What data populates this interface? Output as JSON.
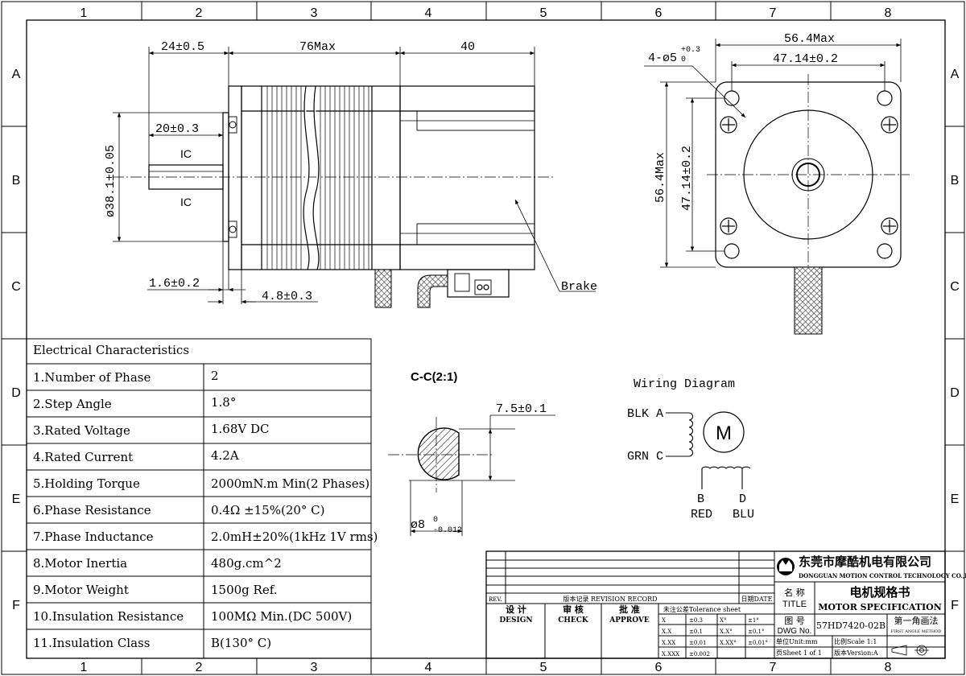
{
  "border": {
    "columns": [
      "1",
      "2",
      "3",
      "4",
      "5",
      "6",
      "7",
      "8"
    ],
    "rows": [
      "A",
      "B",
      "C",
      "D",
      "E",
      "F"
    ]
  },
  "side_view": {
    "dim_shaft_length": "24±0.5",
    "dim_body_length": "76Max",
    "dim_brake_length": "40",
    "dim_flat_length": "20±0.3",
    "dim_pilot_diameter": "ø38.1±0.05",
    "flat_label_top": "IC",
    "flat_label_bottom": "IC",
    "dim_flange_thickness": "1.6±0.2",
    "dim_pilot_depth": "4.8±0.3",
    "brake_label": "Brake"
  },
  "front_view": {
    "dim_width": "56.4Max",
    "dim_hole_spacing": "47.14±0.2",
    "dim_holes": "4-ø5",
    "dim_holes_tol_upper": "+0.3",
    "dim_holes_tol_lower": "0",
    "dim_height": "56.4Max",
    "dim_hole_spacing_v": "47.14±0.2"
  },
  "section": {
    "title": "C-C(2:1)",
    "dim_flat": "7.5±0.1",
    "dim_diameter": "ø8",
    "dim_diameter_tol_upper": "0",
    "dim_diameter_tol_lower": "-0.012"
  },
  "wiring": {
    "title": "Wiring Diagram",
    "motor_symbol": "M",
    "label_blk": "BLK A",
    "label_grn": "GRN C",
    "label_b": "B",
    "label_d": "D",
    "label_red": "RED",
    "label_blu": "BLU"
  },
  "electrical": {
    "header": "Electrical Characteristics",
    "rows": [
      {
        "name": "1.Number of Phase",
        "value": "2"
      },
      {
        "name": "2.Step Angle",
        "value": "1.8°"
      },
      {
        "name": "3.Rated Voltage",
        "value": "1.68V DC"
      },
      {
        "name": "4.Rated Current",
        "value": "4.2A"
      },
      {
        "name": "5.Holding Torque",
        "value": "2000mN.m Min(2 Phases)"
      },
      {
        "name": "6.Phase Resistance",
        "value": "0.4Ω ±15%(20° C)"
      },
      {
        "name": "7.Phase Inductance",
        "value": "2.0mH±20%(1kHz 1V rms)"
      },
      {
        "name": "8.Motor Inertia",
        "value": "480g.cm^2"
      },
      {
        "name": "9.Motor Weight",
        "value": "1500g Ref."
      },
      {
        "name": "10.Insulation Resistance",
        "value": "100MΩ  Min.(DC 500V)"
      },
      {
        "name": "11.Insulation Class",
        "value": "B(130° C)"
      }
    ]
  },
  "title_block": {
    "company_cn": "东莞市摩酷机电有限公司",
    "company_en": "DONGGUAN MOTION CONTROL TECHNOLOGY CO.,LTD",
    "name_cn": "名 称",
    "name_en": "TITLE",
    "title_cn": "电机规格书",
    "title_en": "MOTOR SPECIFICATION",
    "dwg_cn": "图 号",
    "dwg_en": "DWG No.",
    "dwg_no": "57HD7420-02B",
    "angle_cn": "第一角画法",
    "angle_en": "FIRST ANGLE METHOD",
    "rev": "REV.",
    "revision_record": "版本记录 REVISION RECORD",
    "date": "日期DATE",
    "design_cn": "设 计",
    "design_en": "DESIGN",
    "check_cn": "审 核",
    "check_en": "CHECK",
    "approve_cn": "批 准",
    "approve_en": "APPROVE",
    "tolerance_header": "未注公差Tolerance sheet",
    "tolerances": [
      [
        "X",
        "±0.3",
        "X°",
        "±1°"
      ],
      [
        "X.X",
        "±0.1",
        "X.X°",
        "±0.1°"
      ],
      [
        "X.XX",
        "±0.01",
        "X.XX°",
        "±0.01°"
      ],
      [
        "X.XXX",
        "±0.002",
        "",
        ""
      ]
    ],
    "unit": "单位Unit:mm",
    "scale": "比例Scale 1:1",
    "sheet": "页Sheet 1 of 1",
    "version": "版本Version:A"
  }
}
